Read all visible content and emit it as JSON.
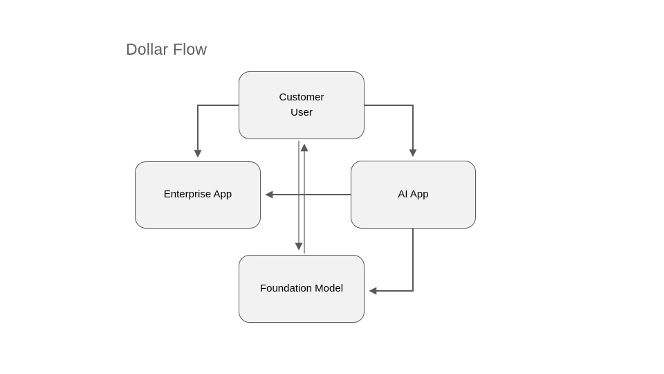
{
  "title": "Dollar Flow",
  "diagram": {
    "nodes": {
      "customer_user": {
        "label": "Customer\nUser"
      },
      "enterprise_app": {
        "label": "Enterprise App"
      },
      "ai_app": {
        "label": "AI App"
      },
      "foundation_model": {
        "label": "Foundation Model"
      }
    },
    "edges": [
      {
        "from": "customer_user",
        "to": "enterprise_app"
      },
      {
        "from": "customer_user",
        "to": "ai_app"
      },
      {
        "from": "ai_app",
        "to": "enterprise_app"
      },
      {
        "from": "customer_user",
        "to": "foundation_model"
      },
      {
        "from": "foundation_model",
        "to": "customer_user"
      },
      {
        "from": "ai_app",
        "to": "foundation_model"
      }
    ],
    "colors": {
      "node_fill": "#f2f2f2",
      "node_border": "#595959",
      "arrow": "#595959",
      "title_text": "#5f5f5f",
      "background": "#ffffff"
    }
  }
}
